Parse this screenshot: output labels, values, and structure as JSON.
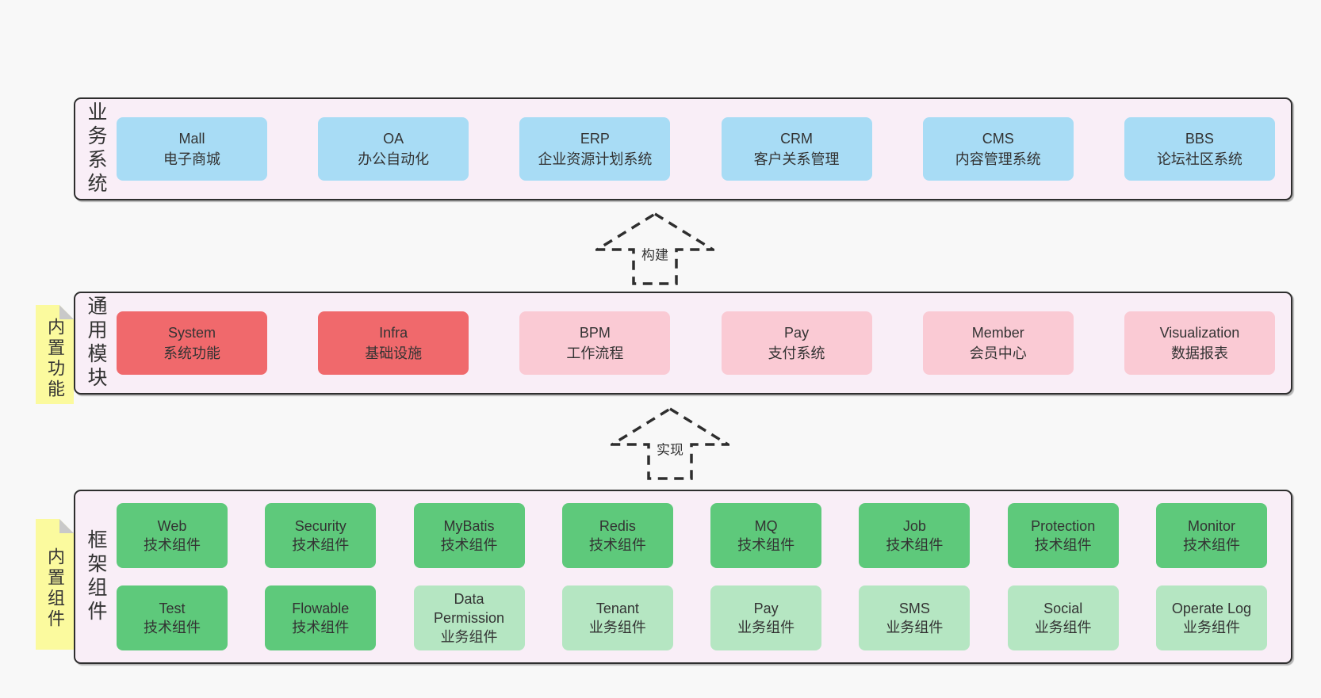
{
  "diagram": {
    "arrows": [
      {
        "label": "构建"
      },
      {
        "label": "实现"
      }
    ],
    "notes": [
      {
        "label": "内置功能"
      },
      {
        "label": "内置组件"
      }
    ],
    "layers": [
      {
        "label": "业务系统",
        "boxes": [
          {
            "title": "Mall",
            "subtitle": "电子商城",
            "color": "blue"
          },
          {
            "title": "OA",
            "subtitle": "办公自动化",
            "color": "blue"
          },
          {
            "title": "ERP",
            "subtitle": "企业资源计划系统",
            "color": "blue"
          },
          {
            "title": "CRM",
            "subtitle": "客户关系管理",
            "color": "blue"
          },
          {
            "title": "CMS",
            "subtitle": "内容管理系统",
            "color": "blue"
          },
          {
            "title": "BBS",
            "subtitle": "论坛社区系统",
            "color": "blue"
          }
        ]
      },
      {
        "label": "通用模块",
        "boxes": [
          {
            "title": "System",
            "subtitle": "系统功能",
            "color": "red"
          },
          {
            "title": "Infra",
            "subtitle": "基础设施",
            "color": "red"
          },
          {
            "title": "BPM",
            "subtitle": "工作流程",
            "color": "pink"
          },
          {
            "title": "Pay",
            "subtitle": "支付系统",
            "color": "pink"
          },
          {
            "title": "Member",
            "subtitle": "会员中心",
            "color": "pink"
          },
          {
            "title": "Visualization",
            "subtitle": "数据报表",
            "color": "pink"
          }
        ]
      },
      {
        "label": "框架组件",
        "rows": [
          [
            {
              "title": "Web",
              "subtitle": "技术组件",
              "color": "green"
            },
            {
              "title": "Security",
              "subtitle": "技术组件",
              "color": "green"
            },
            {
              "title": "MyBatis",
              "subtitle": "技术组件",
              "color": "green"
            },
            {
              "title": "Redis",
              "subtitle": "技术组件",
              "color": "green"
            },
            {
              "title": "MQ",
              "subtitle": "技术组件",
              "color": "green"
            },
            {
              "title": "Job",
              "subtitle": "技术组件",
              "color": "green"
            },
            {
              "title": "Protection",
              "subtitle": "技术组件",
              "color": "green"
            },
            {
              "title": "Monitor",
              "subtitle": "技术组件",
              "color": "green"
            }
          ],
          [
            {
              "title": "Test",
              "subtitle": "技术组件",
              "color": "green"
            },
            {
              "title": "Flowable",
              "subtitle": "技术组件",
              "color": "green"
            },
            {
              "title": "Data Permission",
              "subtitle": "业务组件",
              "color": "lightgreen"
            },
            {
              "title": "Tenant",
              "subtitle": "业务组件",
              "color": "lightgreen"
            },
            {
              "title": "Pay",
              "subtitle": "业务组件",
              "color": "lightgreen"
            },
            {
              "title": "SMS",
              "subtitle": "业务组件",
              "color": "lightgreen"
            },
            {
              "title": "Social",
              "subtitle": "业务组件",
              "color": "lightgreen"
            },
            {
              "title": "Operate Log",
              "subtitle": "业务组件",
              "color": "lightgreen"
            }
          ]
        ]
      }
    ]
  },
  "colors": {
    "page_bg": "#f8f8f8",
    "layer_bg": "#f9eef7",
    "layer_border": "#2e2e2e",
    "blue": "#a8dcf5",
    "red": "#f0696c",
    "pink": "#facad4",
    "green": "#5ec97b",
    "light_green": "#b5e6c2",
    "note_yellow": "#fbfa9e",
    "note_fold": "#c9c9c9",
    "text": "#383838"
  }
}
